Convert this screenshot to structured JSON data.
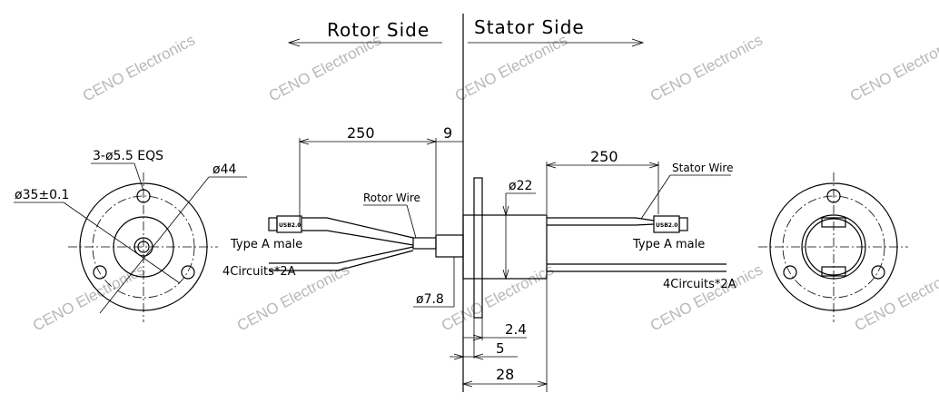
{
  "headers": {
    "rotor_side": "Rotor Side",
    "stator_side": "Stator Side"
  },
  "left_view": {
    "holes_label": "3-ø5.5 EQS",
    "outer_diameter": "ø44",
    "pcd_label": "ø35±0.1"
  },
  "side_view": {
    "rotor_lead_length": "250",
    "rotor_gap": "9",
    "stator_lead_length": "250",
    "body_diameter": "ø22",
    "shaft_diameter": "ø7.8",
    "flange_thickness": "2.4",
    "flange_offset": "5",
    "body_length": "28",
    "rotor_wire_label": "Rotor Wire",
    "stator_wire_label": "Stator Wire",
    "rotor_connector_label": "Type A male",
    "stator_connector_label": "Type A male",
    "rotor_circuits_label": "4Circuits*2A",
    "stator_circuits_label": "4Circuits*2A",
    "usb_mark": "USB2.0"
  },
  "watermark": {
    "text": "CENO Electronics"
  }
}
